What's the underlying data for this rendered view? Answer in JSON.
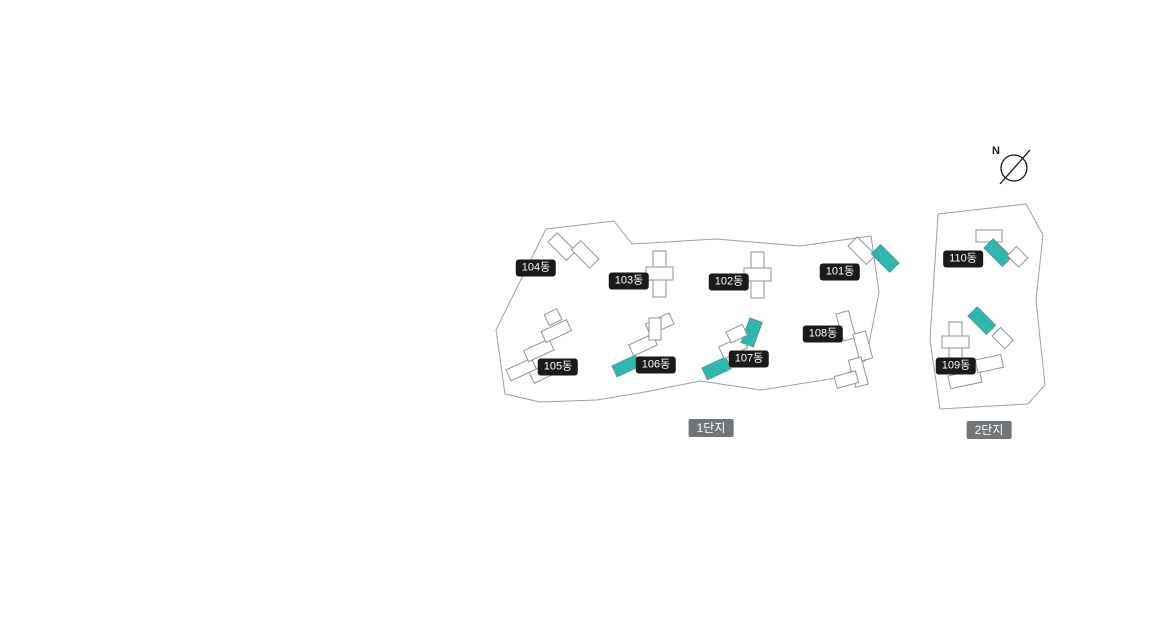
{
  "map": {
    "compass_label": "N",
    "complexes": [
      {
        "label": "1단지"
      },
      {
        "label": "2단지"
      }
    ],
    "buildings": [
      {
        "label": "101동",
        "highlighted": true
      },
      {
        "label": "102동",
        "highlighted": false
      },
      {
        "label": "103동",
        "highlighted": false
      },
      {
        "label": "104동",
        "highlighted": false
      },
      {
        "label": "105동",
        "highlighted": false
      },
      {
        "label": "106동",
        "highlighted": true
      },
      {
        "label": "107동",
        "highlighted": true
      },
      {
        "label": "108동",
        "highlighted": false
      },
      {
        "label": "109동",
        "highlighted": true
      },
      {
        "label": "110동",
        "highlighted": true
      }
    ],
    "colors": {
      "highlight": "#2fb7ae",
      "badge_bg": "#1a1a1a",
      "complex_badge_bg": "#70757a",
      "outline": "#9aa0a6"
    }
  }
}
